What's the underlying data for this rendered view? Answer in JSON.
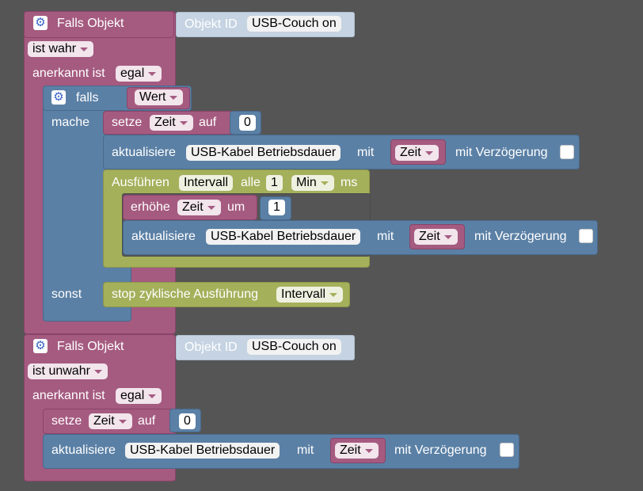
{
  "trigger1": {
    "title": "Falls Objekt",
    "object_label": "Objekt ID",
    "object_value": "USB-Couch on",
    "condition": "ist wahr",
    "ack_label": "anerkannt ist",
    "ack_value": "egal"
  },
  "if_block": {
    "if_label": "falls",
    "if_value": "Wert",
    "do_label": "mache",
    "else_label": "sonst"
  },
  "set1": {
    "label": "setze",
    "var": "Zeit",
    "to_label": "auf",
    "value": "0"
  },
  "update1": {
    "label": "aktualisiere",
    "target": "USB-Kabel Betriebsdauer",
    "with_label": "mit",
    "var": "Zeit",
    "delay_label": "mit Verzögerung"
  },
  "interval": {
    "label": "Ausführen",
    "name": "Intervall",
    "every_label": "alle",
    "value": "1",
    "unit": "Min",
    "ms_label": "ms"
  },
  "increase": {
    "label": "erhöhe",
    "var": "Zeit",
    "by_label": "um",
    "value": "1"
  },
  "update2": {
    "label": "aktualisiere",
    "target": "USB-Kabel Betriebsdauer",
    "with_label": "mit",
    "var": "Zeit",
    "delay_label": "mit Verzögerung"
  },
  "stop": {
    "label": "stop zyklische Ausführung",
    "name": "Intervall"
  },
  "trigger2": {
    "title": "Falls Objekt",
    "object_label": "Objekt ID",
    "object_value": "USB-Couch on",
    "condition": "ist unwahr",
    "ack_label": "anerkannt ist",
    "ack_value": "egal"
  },
  "set2": {
    "label": "setze",
    "var": "Zeit",
    "to_label": "auf",
    "value": "0"
  },
  "update3": {
    "label": "aktualisiere",
    "target": "USB-Kabel Betriebsdauer",
    "with_label": "mit",
    "var": "Zeit",
    "delay_label": "mit Verzögerung"
  },
  "colors": {
    "background": "#555555",
    "trigger": "#a55b80",
    "logic": "#5b80a5",
    "timer": "#a5b05b"
  }
}
